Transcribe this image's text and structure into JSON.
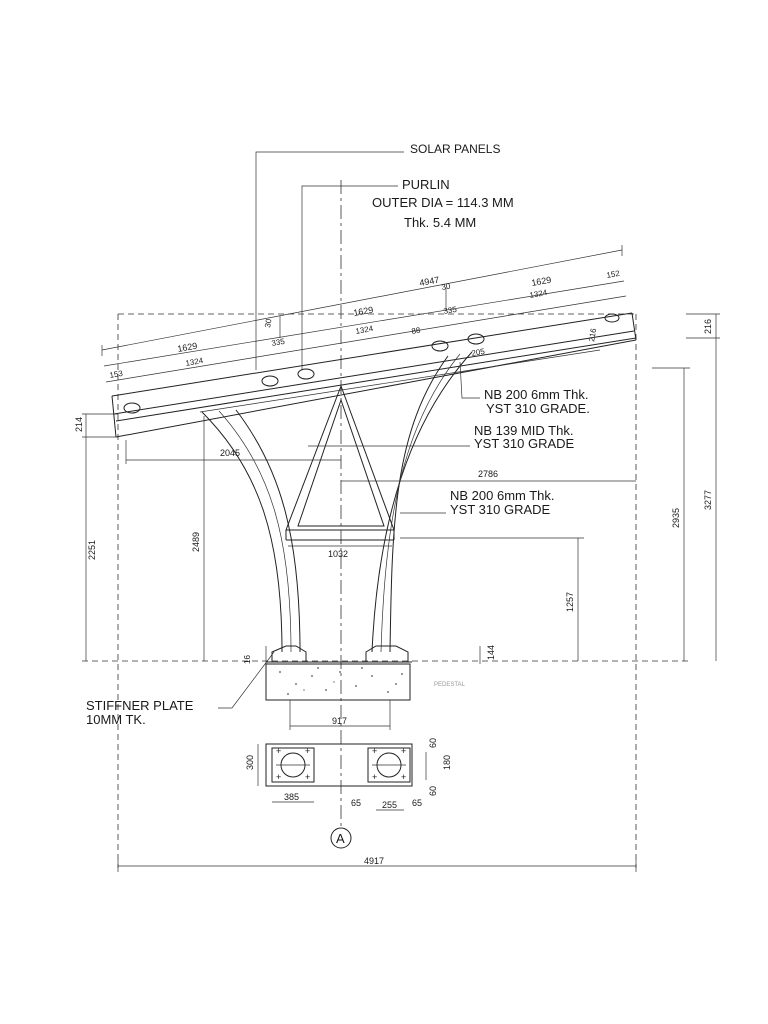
{
  "labels": {
    "solar_panels": "SOLAR PANELS",
    "purlin": "PURLIN",
    "outer_dia": "OUTER DIA = 114.3 MM",
    "purlin_thk": "Thk. 5.4 MM",
    "nb200_top_1": "NB 200 6mm Thk.",
    "nb200_top_2": "YST 310 GRADE.",
    "nb139_1": "NB 139 MID Thk.",
    "nb139_2": "YST 310 GRADE",
    "nb200_leg_1": "NB 200 6mm Thk.",
    "nb200_leg_2": "YST 310 GRADE",
    "stiffner_1": "STIFFNER PLATE",
    "stiffner_2": "10MM TK.",
    "pedestal": "PEDESTAL",
    "section_marker": "A"
  },
  "dimensions": {
    "total_rafter": "4947",
    "panel_left": "1629",
    "panel_mid": "1629",
    "panel_right": "1629",
    "purlin_spacing_left": "1324",
    "purlin_spacing_mid": "1324",
    "purlin_spacing_right": "1324",
    "end_left": "153",
    "end_right": "152",
    "offset_335_a": "335",
    "offset_335_b": "335",
    "offset_30_a": "30",
    "offset_30_b": "30",
    "offset_88": "88",
    "offset_205": "205",
    "depth_216": "216",
    "depth_216_right": "216",
    "depth_214": "214",
    "left_run": "2045",
    "right_run": "2786",
    "brace_width": "1032",
    "height_2251": "2251",
    "height_2489": "2489",
    "height_1257": "1257",
    "height_2935": "2935",
    "height_3277": "3277",
    "base_144": "144",
    "base_16": "16",
    "pedestal_width": "917",
    "overall_width": "4917",
    "plan_300": "300",
    "plan_385": "385",
    "plan_65_a": "65",
    "plan_255": "255",
    "plan_65_b": "65",
    "plan_60_a": "60",
    "plan_180": "180",
    "plan_60_b": "60"
  }
}
